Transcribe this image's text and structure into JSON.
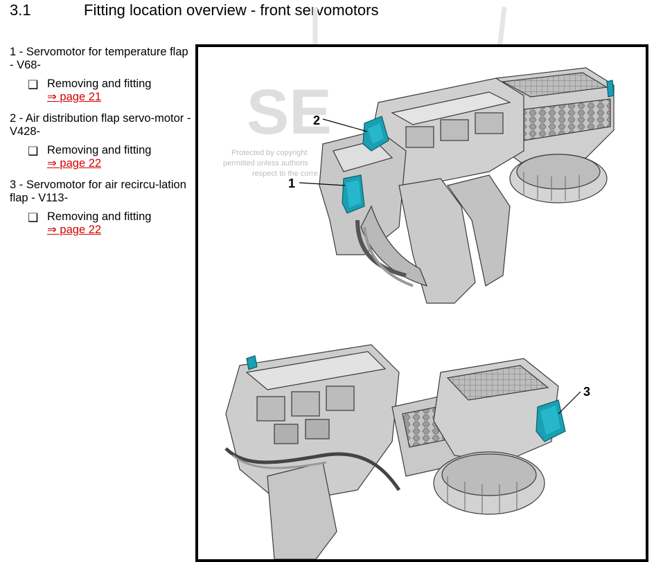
{
  "heading": {
    "number": "3.1",
    "title": "Fitting location overview - front servomotors"
  },
  "items": [
    {
      "title": "1 - Servomotor for temperature flap - V68-",
      "sub": "Removing and fitting",
      "link": "⇒ page 21"
    },
    {
      "title": "2 - Air distribution flap servo-motor - V428-",
      "sub": "Removing and fitting",
      "link": "⇒ page 22"
    },
    {
      "title": "3 - Servomotor for air recircu-lation flap - V113-",
      "sub": "Removing and fitting",
      "link": "⇒ page 22"
    }
  ],
  "checkbox_glyph": "❑",
  "figure": {
    "callouts": [
      "1",
      "2",
      "3"
    ],
    "watermark_lines": [
      "Protected by copyright",
      "permitted unless authoris",
      "respect to the corre"
    ],
    "watermark_brand": "SE",
    "colors": {
      "servomotor": "#1a9fb3",
      "housing": "#c9c9c9",
      "housing_dark": "#8a8a8a",
      "outline": "#3a3a3a"
    }
  }
}
